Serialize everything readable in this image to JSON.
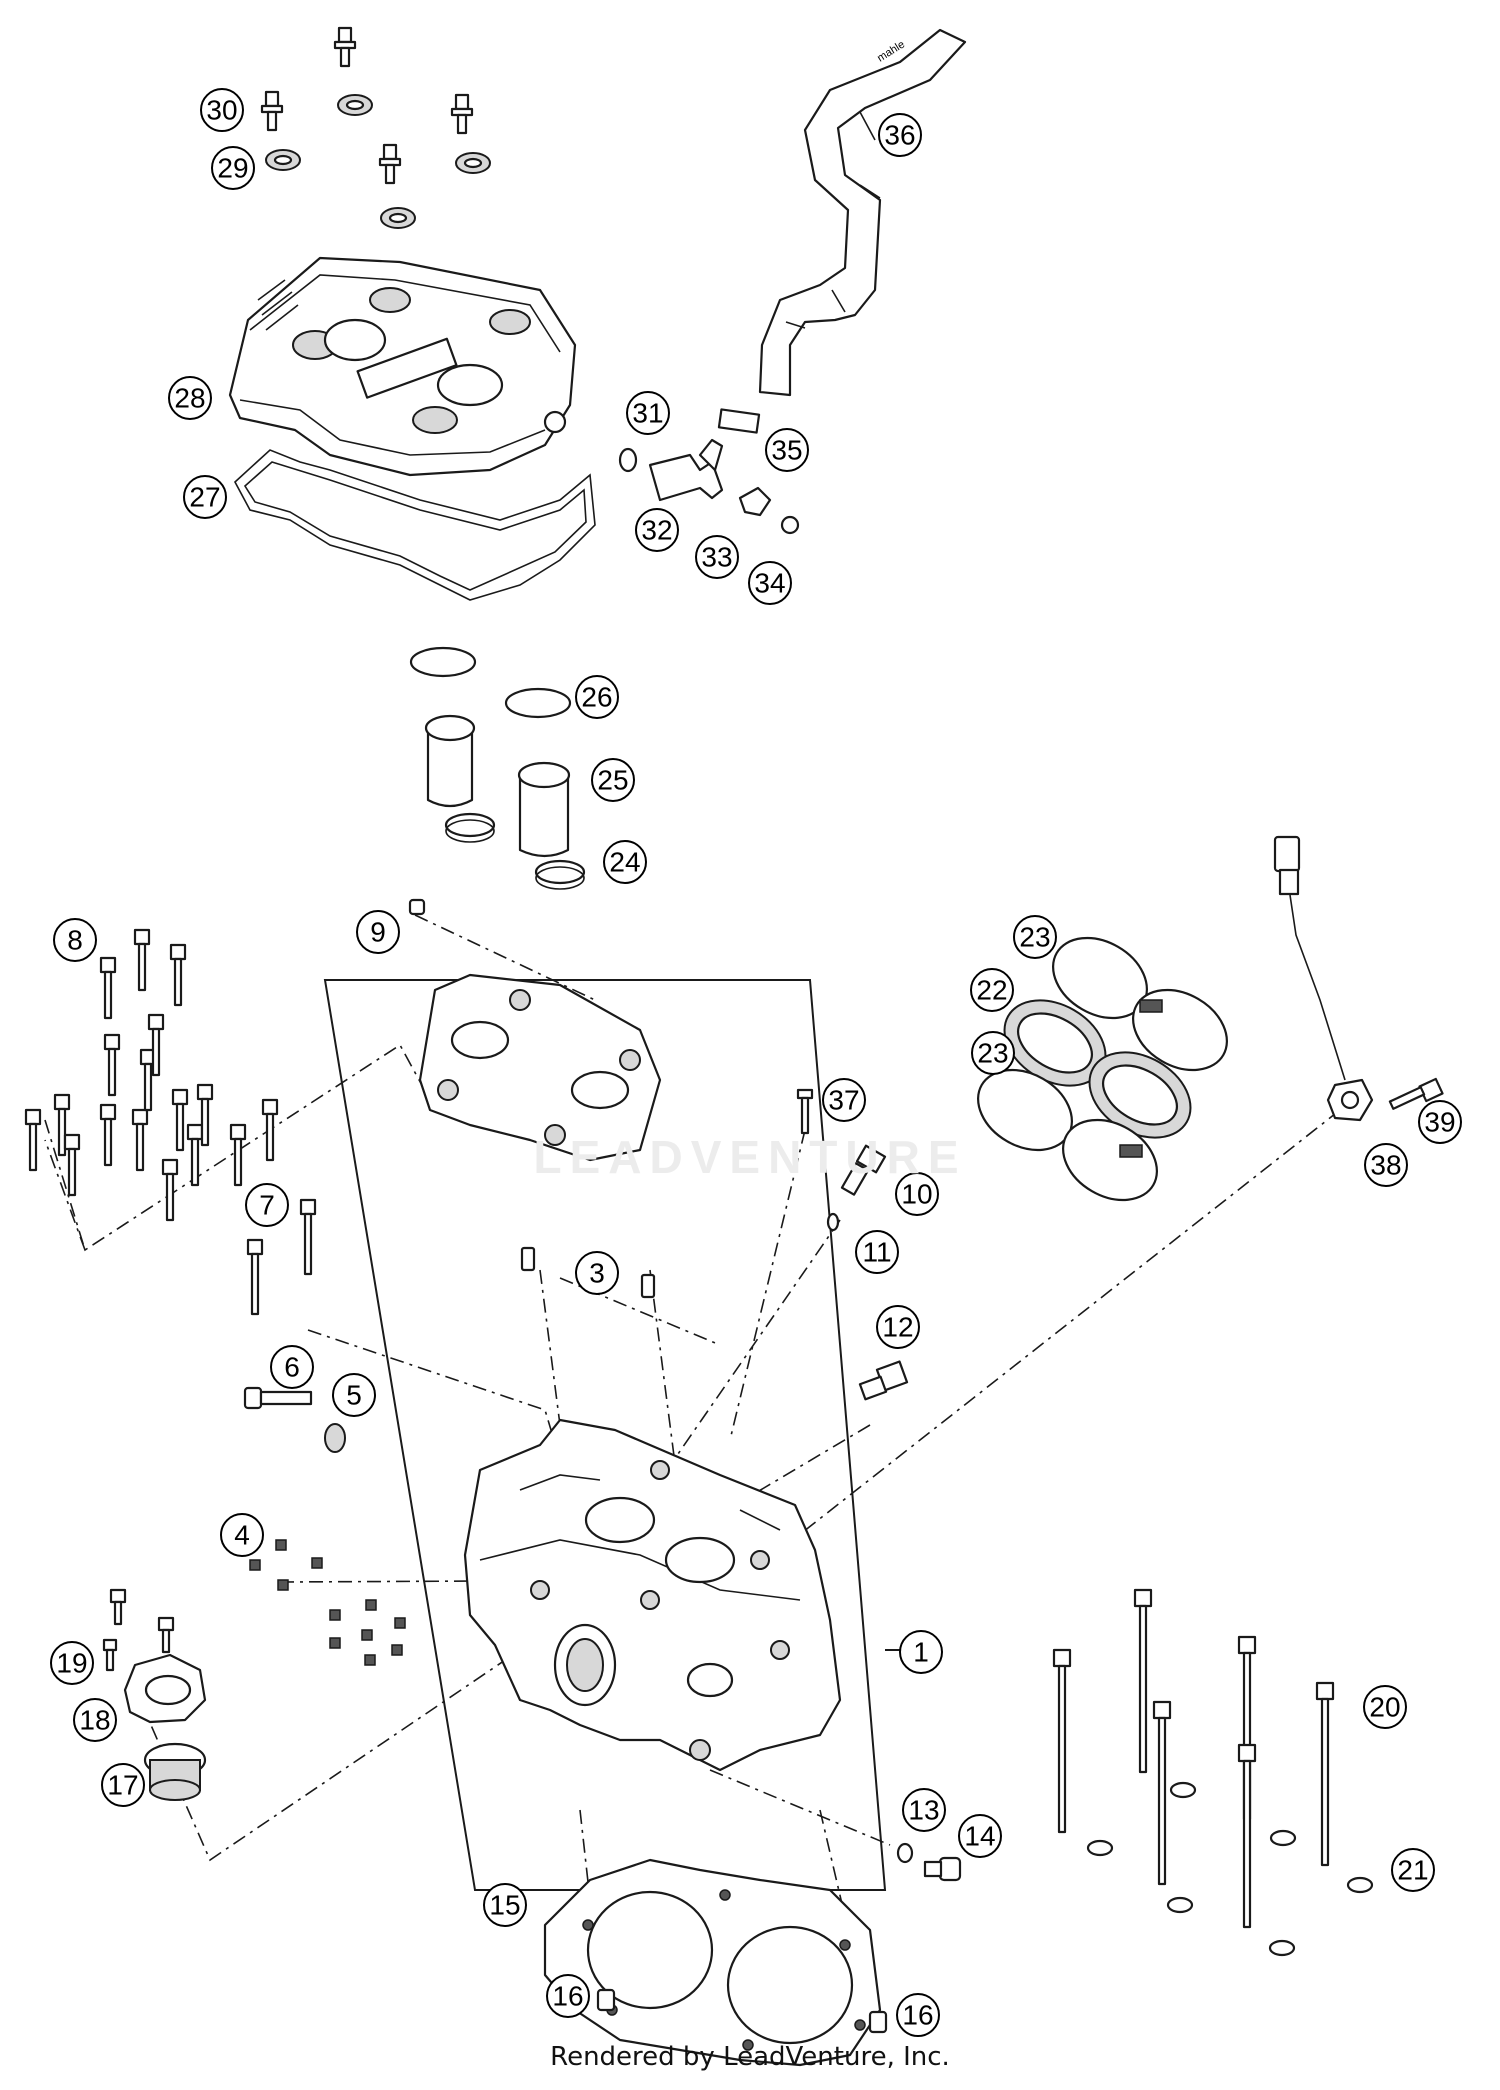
{
  "diagram": {
    "callouts": [
      "1",
      "3",
      "4",
      "5",
      "6",
      "7",
      "8",
      "9",
      "10",
      "11",
      "12",
      "13",
      "14",
      "15",
      "16",
      "16",
      "17",
      "18",
      "19",
      "20",
      "21",
      "22",
      "23",
      "23",
      "24",
      "25",
      "26",
      "27",
      "28",
      "29",
      "30",
      "31",
      "32",
      "33",
      "34",
      "35",
      "36",
      "37",
      "38",
      "39"
    ]
  },
  "watermark": "LEADVENTURE",
  "footer": "Rendered by LeadVenture, Inc."
}
